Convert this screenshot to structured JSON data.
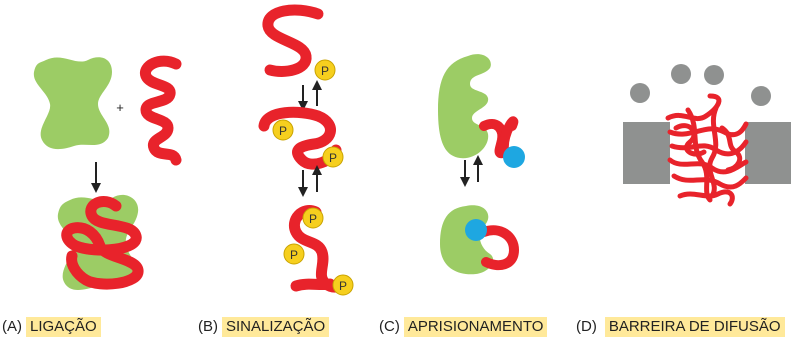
{
  "colors": {
    "protein_green": "#9ccc65",
    "disordered_red": "#e8232b",
    "phosphate_yellow": "#f6cf1e",
    "ligand_blue": "#1ea7e1",
    "pore_gray": "#8f9190",
    "arrow": "#222222"
  },
  "symbols": {
    "plus": "+",
    "phospho": "P"
  },
  "panels": [
    {
      "letter": "(A)",
      "label": "LIGAÇÃO"
    },
    {
      "letter": "(B)",
      "label": "SINALIZAÇÃO"
    },
    {
      "letter": "(C)",
      "label": "APRISIONAMENTO"
    },
    {
      "letter": "(D)",
      "label": "BARREIRA DE DIFUSÃO"
    }
  ]
}
